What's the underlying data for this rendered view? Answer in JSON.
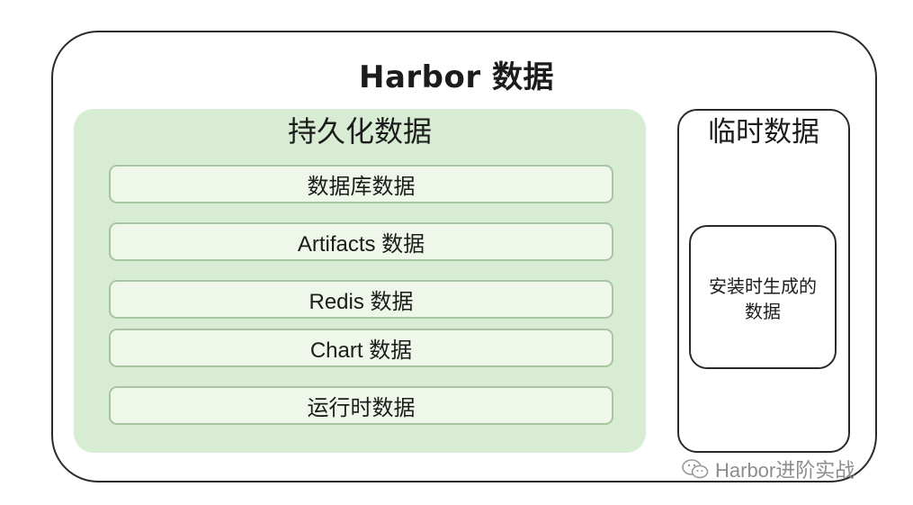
{
  "diagram": {
    "title": "Harbor 数据",
    "persistent": {
      "title": "持久化数据",
      "items": [
        {
          "label": "数据库数据"
        },
        {
          "label": "Artifacts 数据"
        },
        {
          "label": "Redis 数据"
        },
        {
          "label": "Chart 数据"
        },
        {
          "label": "运行时数据"
        }
      ]
    },
    "temporary": {
      "title": "临时数据",
      "inner_line1": "安装时生成的",
      "inner_line2": "数据"
    }
  },
  "watermark": {
    "text": "Harbor进阶实战",
    "icon": "wechat-icon"
  },
  "colors": {
    "persistent_fill": "#d8ecd3",
    "item_border": "#a7c5a0",
    "outline": "#2a2a2a",
    "watermark": "#8d8d8d"
  }
}
